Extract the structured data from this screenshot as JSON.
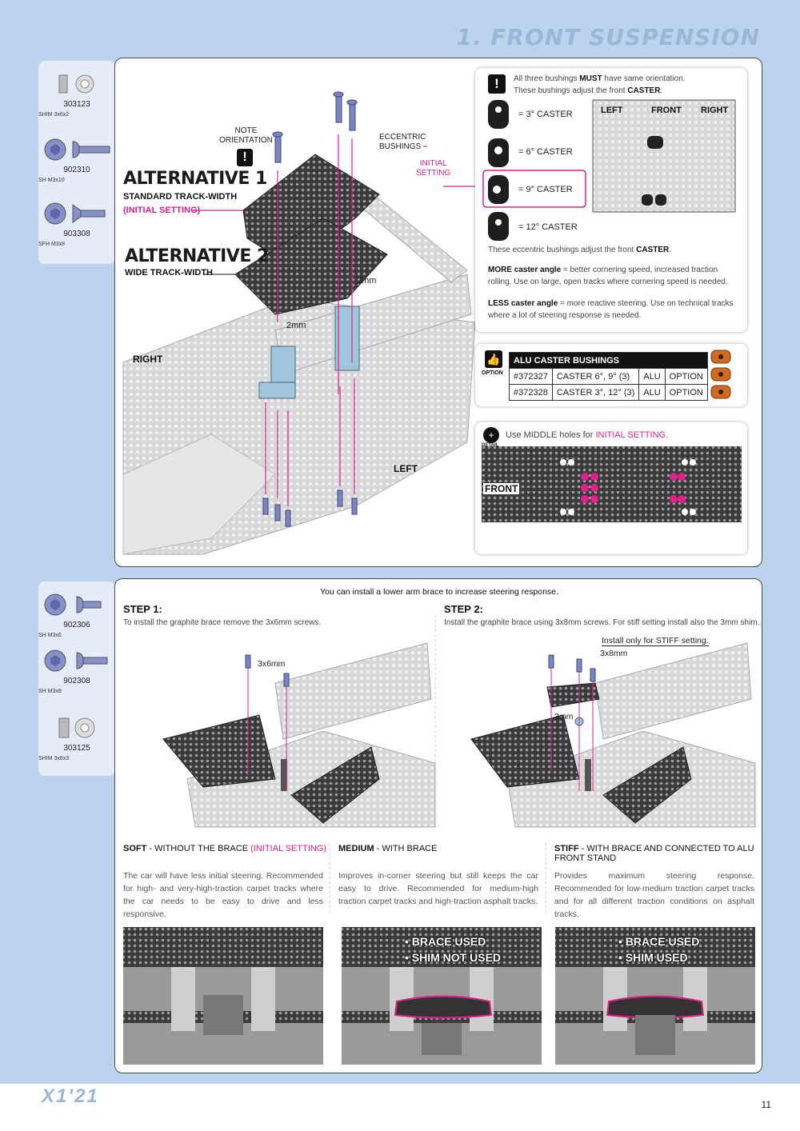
{
  "page_title": "1. FRONT SUSPENSION",
  "page_number": "11",
  "brand_logo": "X1'21",
  "parts_top": [
    {
      "code": "303123",
      "desc": "SHIM 3x6x2",
      "icon": "shim-icon"
    },
    {
      "code": "902310",
      "desc": "SH M3x10",
      "icon": "button-head-screw-icon"
    },
    {
      "code": "903308",
      "desc": "SFH M3x8",
      "icon": "flat-head-screw-icon"
    }
  ],
  "parts_bottom": [
    {
      "code": "902306",
      "desc": "SH M3x6",
      "icon": "button-head-screw-icon"
    },
    {
      "code": "902308",
      "desc": "SH M3x8",
      "icon": "button-head-screw-icon"
    },
    {
      "code": "303125",
      "desc": "SHIM 3x6x3",
      "icon": "shim-icon"
    }
  ],
  "assembly": {
    "note_orientation": [
      "NOTE",
      "ORIENTATION"
    ],
    "eccentric_bushings": [
      "ECCENTRIC",
      "BUSHINGS"
    ],
    "initial_setting": [
      "INITIAL",
      "SETTING"
    ],
    "alt1_title": "ALTERNATIVE 1",
    "alt1_sub": "STANDARD TRACK-WIDTH",
    "alt1_initial": "(INITIAL SETTING)",
    "alt2_title": "ALTERNATIVE 2",
    "alt2_sub": "WIDE TRACK-WIDTH",
    "dim_2mm_a": "2mm",
    "dim_2mm_b": "2mm",
    "right_label": "RIGHT",
    "left_label": "LEFT"
  },
  "caster_box": {
    "note_pre": "All three bushings ",
    "note_must": "MUST",
    "note_post": " have same orientation.",
    "note_line2_pre": "These bushings adjust the front ",
    "note_line2_bold": "CASTER",
    "note_line2_post": ":",
    "options": [
      "=  3° CASTER",
      "=  6° CASTER",
      "=  9° CASTER",
      "=  12° CASTER"
    ],
    "view_labels": [
      "LEFT",
      "FRONT",
      "RIGHT"
    ],
    "eccentric_pre": "These eccentric bushings adjust the front ",
    "eccentric_bold": "CASTER",
    "eccentric_post": ".",
    "more_bold": "MORE caster angle",
    "more_text": " = better cornering speed, increased traction rolling. Use on large, open tracks where cornering speed is needed.",
    "less_bold": "LESS caster angle",
    "less_text": " = more reactive steering. Use on technical tracks where a lot of steering response is needed."
  },
  "option_box": {
    "tag": "OPTION",
    "header": "ALU CASTER BUSHINGS",
    "rows": [
      {
        "part": "#372327",
        "name": "CASTER 6°, 9° (3)",
        "mat": "ALU",
        "type": "OPTION"
      },
      {
        "part": "#372328",
        "name": "CASTER 3°, 12° (3)",
        "mat": "ALU",
        "type": "OPTION"
      }
    ]
  },
  "detail_box": {
    "tag": "DETAIL",
    "text_pre": "Use MIDDLE holes for ",
    "text_pink": "INITIAL SETTING.",
    "front_label": "FRONT"
  },
  "brace": {
    "intro": "You can install a lower arm brace to increase steering response.",
    "step1_title": "STEP 1:",
    "step1_text": "To install the graphite brace remove the 3x6mm screws.",
    "step1_dim": "3x6mm",
    "step2_title": "STEP 2:",
    "step2_text": "Install the graphite brace using 3x8mm screws. For stiff setting install also the 3mm shim.",
    "step2_note": "Install only for STIFF setting.",
    "step2_dim": "3x8mm",
    "step2_shim": "3mm"
  },
  "settings": [
    {
      "bold": "SOFT",
      "rest": " - WITHOUT THE BRACE ",
      "pink": "(INITIAL SETTING)",
      "text": "The car will have less initial steering. Recommended for high- and very-high-traction carpet tracks where the car needs to be easy to drive and less responsive.",
      "labels": []
    },
    {
      "bold": "MEDIUM",
      "rest": " - WITH BRACE",
      "pink": "",
      "text": "Improves in-corner steering but still keeps the car easy to drive. Recommended for medium-high traction carpet tracks and high-traction asphalt tracks.",
      "labels": [
        "• BRACE USED",
        "• SHIM NOT USED"
      ]
    },
    {
      "bold": "STIFF",
      "rest": " - WITH BRACE AND CONNECTED TO ALU FRONT STAND",
      "pink": "",
      "text": "Provides maximum steering response. Recommended for low-medium traction carpet tracks and for all different traction conditions on asphalt tracks.",
      "labels": [
        "• BRACE USED",
        "• SHIM USED"
      ]
    }
  ],
  "colors": {
    "accent_pink": "#e0218a",
    "page_blue": "#bcd3ee",
    "title_blue": "#9bb7d8"
  }
}
